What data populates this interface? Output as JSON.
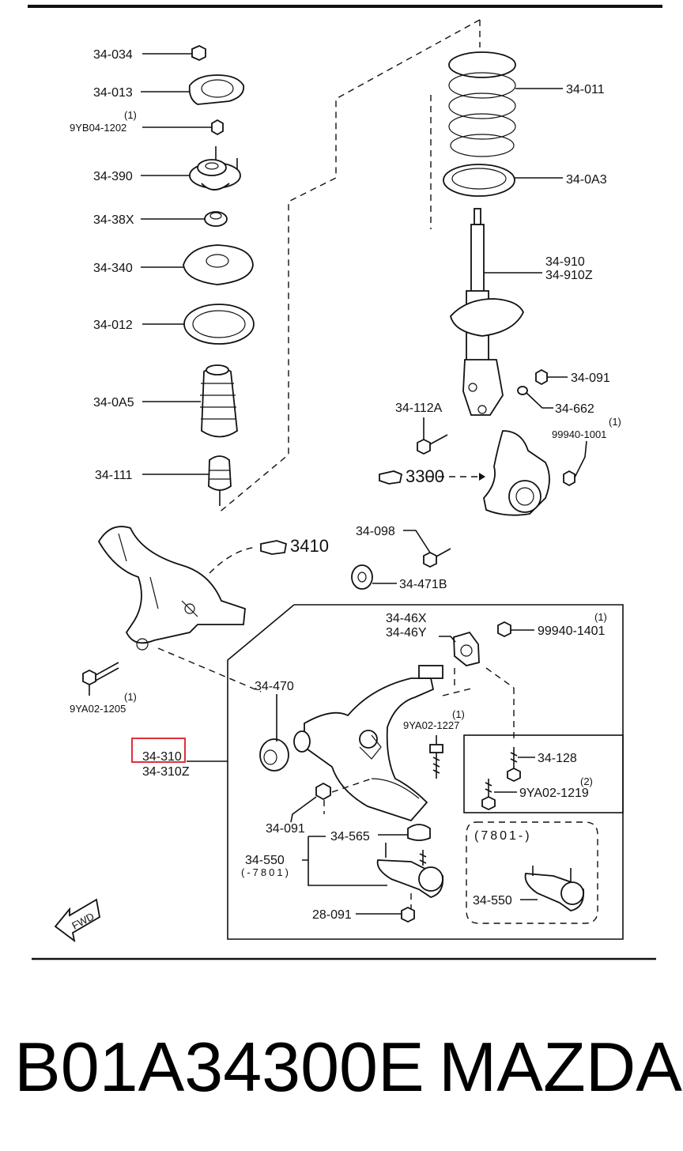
{
  "labels": {
    "p34034": "34-034",
    "p34013": "34-013",
    "q9yb04": "(1)",
    "p9yb04": "9YB04-1202",
    "p34390": "34-390",
    "p3438x": "34-38X",
    "p34340": "34-340",
    "p34012": "34-012",
    "p340a5": "34-0A5",
    "p34111": "34-111",
    "p34011": "34-011",
    "p340a3": "34-0A3",
    "p34910": "34-910",
    "p34910z": "34-910Z",
    "p34091a": "34-091",
    "p34662": "34-662",
    "p34112a": "34-112A",
    "q99940a": "(1)",
    "p99940a": "99940-1001",
    "ref3300": "3300",
    "p34098": "34-098",
    "ref3410": "3410",
    "p34471b": "34-471B",
    "p3446x": "34-46X",
    "p3446y": "34-46Y",
    "q99940b": "(1)",
    "p99940b": "99940-1401",
    "q9ya02a": "(1)",
    "p9ya02a": "9YA02-1205",
    "p34470": "34-470",
    "q9ya02b": "(1)",
    "p9ya02b": "9YA02-1227",
    "p34310": "34-310",
    "p34310z": "34-310Z",
    "p34128": "34-128",
    "q9ya02c": "(2)",
    "p9ya02c": "9YA02-1219",
    "p34091b": "34-091",
    "p34565": "34-565",
    "range1": "(7801-)",
    "p34550a": "34-550",
    "range2": "(-7801)",
    "p34550b": "34-550",
    "p28091": "28-091",
    "fwd": "FWD"
  },
  "caption": {
    "part_number": "B01A34300E",
    "brand": "MAZDA"
  },
  "highlight_color": "#e0303a"
}
